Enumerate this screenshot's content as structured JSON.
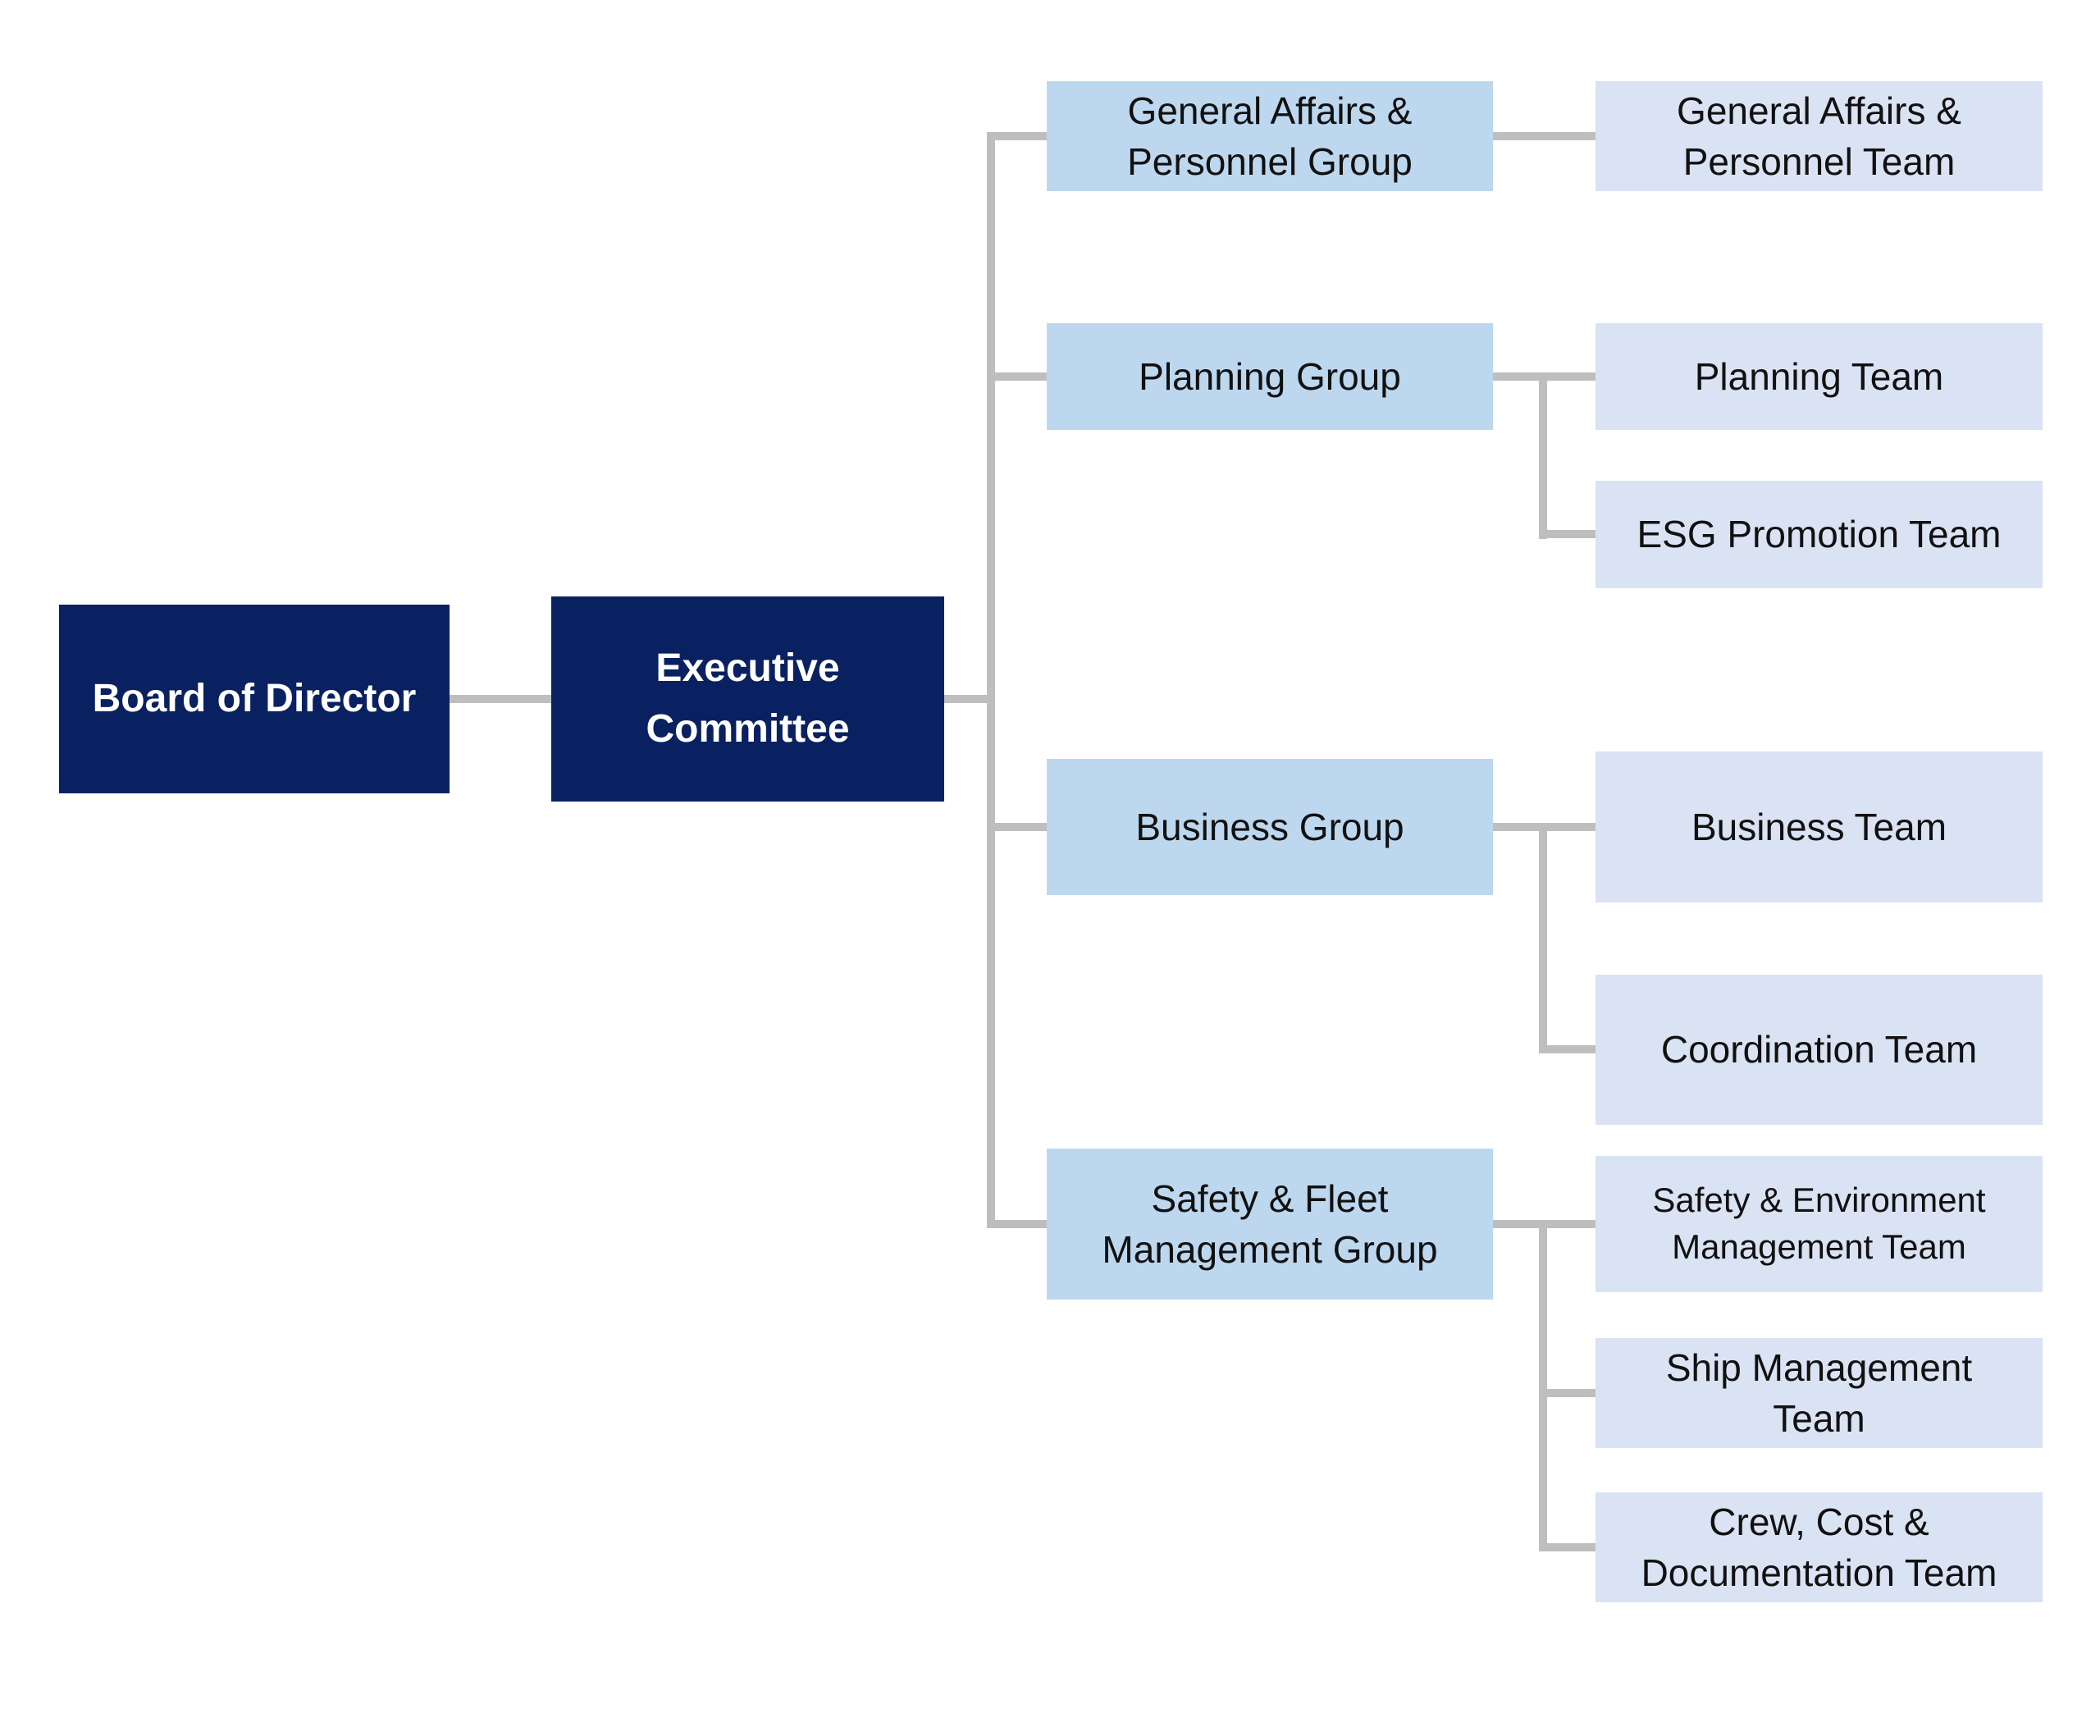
{
  "colors": {
    "navy": "#0a2161",
    "group_blue": "#bdd7ee",
    "team_blue": "#dae3f3",
    "line_gray": "#bebebe",
    "text_dark": "#111111",
    "text_light": "#ffffff",
    "background": "#ffffff"
  },
  "org_chart": {
    "board": {
      "label": "Board of Director"
    },
    "executive_committee": {
      "label": "Executive\nCommittee"
    },
    "groups": [
      {
        "label": "General Affairs &\nPersonnel Group",
        "teams": [
          "General Affairs &\nPersonnel Team"
        ]
      },
      {
        "label": "Planning Group",
        "teams": [
          "Planning Team",
          "ESG Promotion Team"
        ]
      },
      {
        "label": "Business Group",
        "teams": [
          "Business Team",
          "Coordination Team"
        ]
      },
      {
        "label": "Safety & Fleet\nManagement Group",
        "teams": [
          "Safety & Environment\nManagement Team",
          "Ship Management\nTeam",
          "Crew, Cost &\nDocumentation Team"
        ]
      }
    ]
  }
}
